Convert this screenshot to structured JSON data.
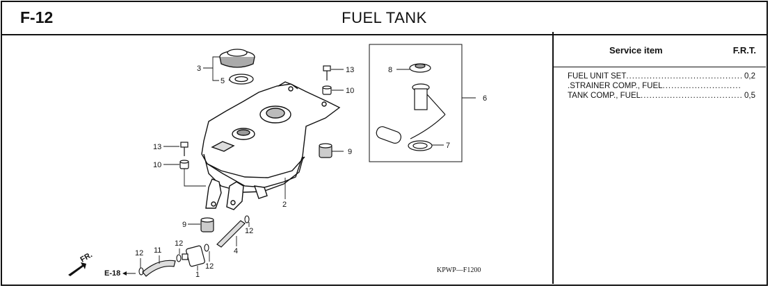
{
  "header": {
    "code": "F-12",
    "title": "FUEL TANK"
  },
  "service_table": {
    "col_service": "Service item",
    "col_frt": "F.R.T.",
    "items": [
      {
        "name": "FUEL UNIT SET",
        "frt": "0,2"
      },
      {
        "name": ".STRAINER COMP., FUEL",
        "frt": ""
      },
      {
        "name": "TANK COMP., FUEL",
        "frt": "0,5"
      }
    ]
  },
  "diagram": {
    "drawing_code": "KPWP—F1200",
    "reference": "E-18",
    "front_mark": "FR.",
    "callouts": {
      "c1": "1",
      "c2": "2",
      "c3": "3",
      "c4": "4",
      "c5": "5",
      "c6": "6",
      "c7": "7",
      "c8": "8",
      "c9a": "9",
      "c9b": "9",
      "c10a": "10",
      "c10b": "10",
      "c11": "11",
      "c12a": "12",
      "c12b": "12",
      "c12c": "12",
      "c12d": "12",
      "c13a": "13",
      "c13b": "13"
    }
  }
}
